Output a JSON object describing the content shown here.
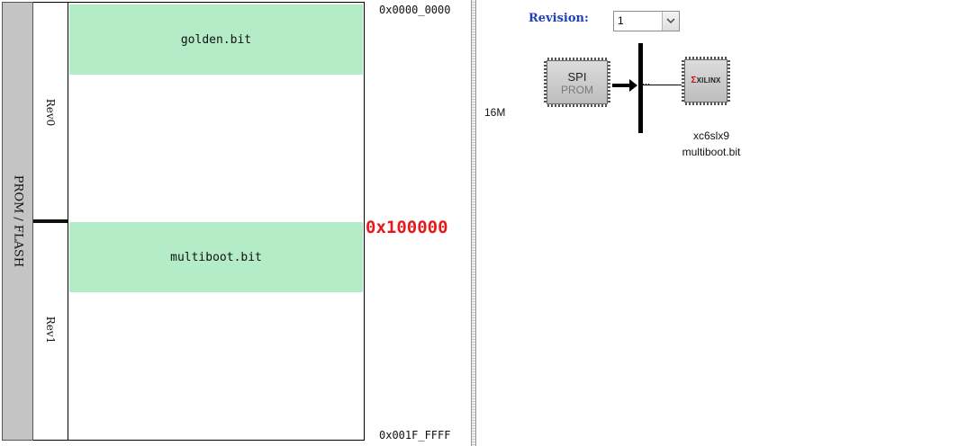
{
  "memory_map": {
    "device_label": "PROM / FLASH",
    "revisions": [
      {
        "label": "Rev0",
        "file": "golden.bit"
      },
      {
        "label": "Rev1",
        "file": "multiboot.bit"
      }
    ],
    "addresses": {
      "start": "0x0000_0000",
      "split": "0x100000",
      "end": "0x001F_FFFF"
    },
    "colors": {
      "block_fill": "#b3ecc7",
      "split_address": "#e8191c",
      "device_column": "#c4c4c4"
    }
  },
  "diagram": {
    "revision_label": "Revision:",
    "revision_value": "1",
    "prom_size": "16M",
    "prom_chip": {
      "line1": "SPI",
      "line2": "PROM"
    },
    "fpga_chip": {
      "logo_mark": "Σ",
      "logo_text": "XILINX",
      "name": "xc6slx9",
      "file": "multiboot.bit"
    },
    "colors": {
      "revision_label": "#1f3fbf",
      "xilinx_mark": "#c0161b"
    }
  }
}
